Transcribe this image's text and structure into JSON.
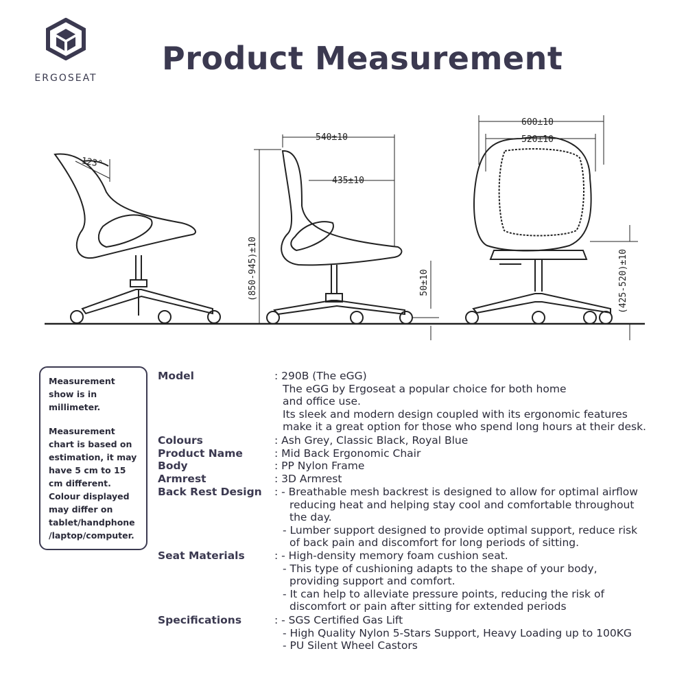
{
  "brand": {
    "name": "ERGOSEAT",
    "logo": "hexagon-cube-logo"
  },
  "header": {
    "title": "Product Measurement"
  },
  "dimensions": {
    "angle": "123°",
    "depth": "540±10",
    "seat_depth": "435±10",
    "height": "(850-945)±10",
    "wheel": "50±10",
    "width": "600±10",
    "back_width": "520±10",
    "seat_height": "(425-520)±10"
  },
  "note": {
    "unit": "Measurement show is in millimeter.",
    "disclaimer": "Measurement chart is based on estimation, it may have 5 cm to 15 cm different. Colour displayed may differ on tablet/handphone /laptop/computer."
  },
  "specs": {
    "model": {
      "label": "Model",
      "lines": [
        ": 290B (The eGG)",
        "The eGG by Ergoseat a popular choice for both home",
        "and office use.",
        "Its sleek and modern design coupled with its ergonomic features",
        "make it a great option for those who spend long hours at their desk."
      ]
    },
    "colours": {
      "label": "Colours",
      "value": ": Ash Grey, Classic Black, Royal Blue"
    },
    "product_name": {
      "label": "Product Name",
      "value": ": Mid Back Ergonomic Chair"
    },
    "body": {
      "label": "Body",
      "value": ": PP Nylon Frame"
    },
    "armrest": {
      "label": "Armrest",
      "value": ": 3D Armrest"
    },
    "back_rest": {
      "label": "Back Rest Design",
      "lines": [
        ": - Breathable mesh backrest is designed to allow for optimal airflow",
        "reducing heat and helping stay cool and comfortable throughout",
        "the day.",
        "- Lumber support designed to provide optimal support, reduce risk",
        "of back pain and discomfort for long periods of sitting."
      ]
    },
    "seat_materials": {
      "label": "Seat Materials",
      "lines": [
        ": - High-density memory foam cushion seat.",
        "- This type of cushioning adapts to the shape of your body,",
        "providing support and comfort.",
        "- It can help to alleviate pressure points, reducing the risk of",
        "discomfort or pain after sitting for extended periods"
      ]
    },
    "specifications": {
      "label": "Specifications",
      "lines": [
        ": - SGS Certified Gas Lift",
        "- High Quality Nylon 5-Stars Support, Heavy Loading up to 100KG",
        "- PU Silent Wheel Castors"
      ]
    }
  }
}
